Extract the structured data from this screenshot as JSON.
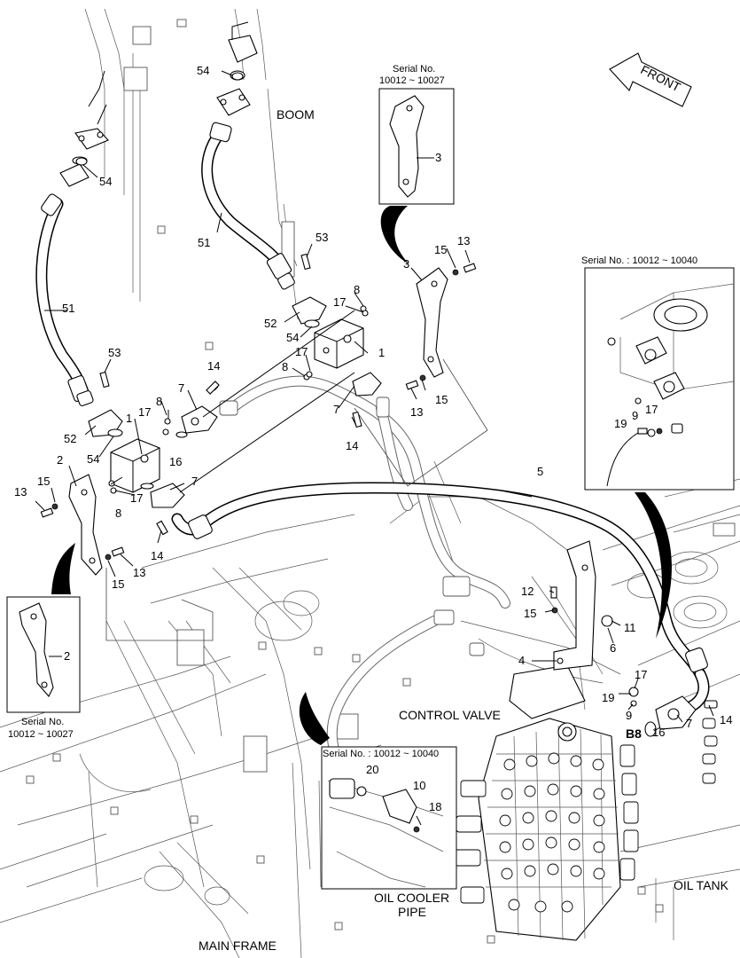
{
  "labels": {
    "boom": "BOOM",
    "front": "FRONT",
    "control_valve": "CONTROL VALVE",
    "oil_tank": "OIL TANK",
    "oil_cooler_pipe_line1": "OIL COOLER",
    "oil_cooler_pipe_line2": "PIPE",
    "main_frame": "MAIN FRAME",
    "b8": "B8"
  },
  "insets": {
    "top_center": {
      "serial_line1": "Serial No.",
      "serial_line2": "10012 ~ 10027",
      "part": "3"
    },
    "left": {
      "serial_line1": "Serial No.",
      "serial_line2": "10012 ~ 10027",
      "part": "2"
    },
    "right": {
      "serial": "Serial No. : 10012 ~ 10040",
      "parts": [
        "19",
        "9",
        "17"
      ]
    },
    "bottom": {
      "serial": "Serial No. : 10012 ~ 10040",
      "parts": [
        "20",
        "10",
        "18"
      ]
    }
  },
  "callouts": {
    "c54a": "54",
    "c54b": "54",
    "c54c": "54",
    "c54d": "54",
    "c51a": "51",
    "c51b": "51",
    "c53a": "53",
    "c53b": "53",
    "c52a": "52",
    "c52b": "52",
    "c8a": "8",
    "c8b": "8",
    "c8c": "8",
    "c8d": "8",
    "c17a": "17",
    "c17b": "17",
    "c17c": "17",
    "c17d": "17",
    "c17e": "17",
    "c1a": "1",
    "c1b": "1",
    "c7a": "7",
    "c7b": "7",
    "c7c": "7",
    "c7d": "7",
    "c14a": "14",
    "c14b": "14",
    "c14c": "14",
    "c14d": "14",
    "c15a": "15",
    "c15b": "15",
    "c15c": "15",
    "c15d": "15",
    "c15e": "15",
    "c13a": "13",
    "c13b": "13",
    "c13c": "13",
    "c13d": "13",
    "c3": "3",
    "c2": "2",
    "c5": "5",
    "c4": "4",
    "c6": "6",
    "c11": "11",
    "c12": "12",
    "c16a": "16",
    "c16b": "16",
    "c19": "19",
    "c9": "9"
  }
}
